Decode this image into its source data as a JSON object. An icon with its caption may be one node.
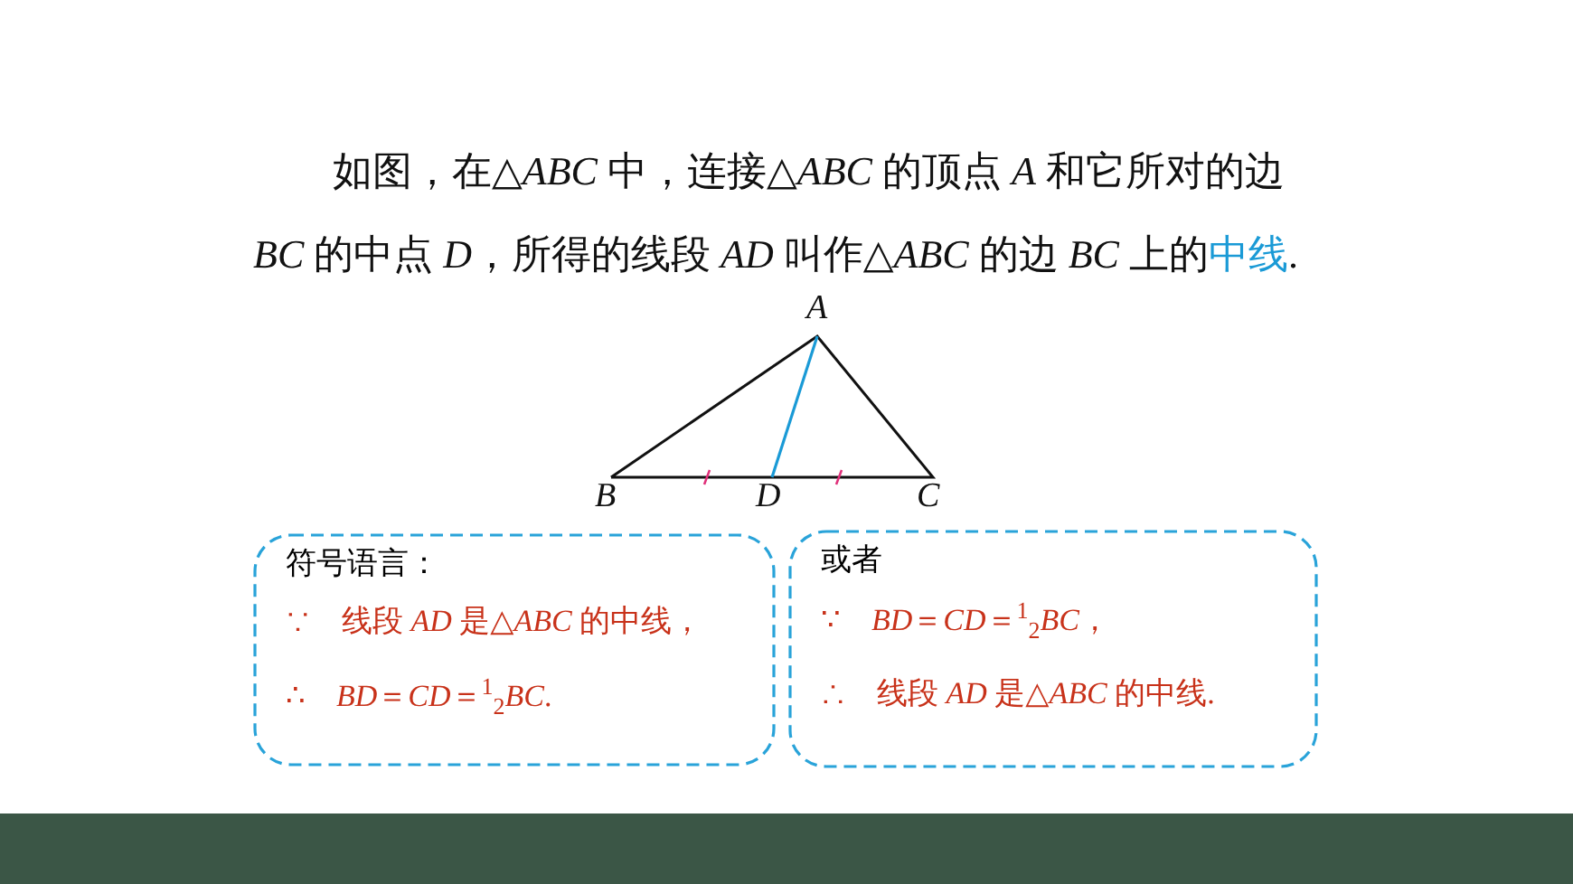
{
  "diagram": {
    "nodes": [
      {
        "text": [
          "符号语言：",
          "∵　线段 *AD* 是△*ABC* 的中线，",
          "∴　*BD*＝*CD*＝$^{1}$$_{2}$*BC*."
        ]
      },
      {
        "text": [
          "或者",
          "∵　*BD*＝*CD*＝$^{1}$$_{2}$*BC*，",
          "∴　线段 *AD* 是△*ABC* 的中线."
        ]
      }
    ],
    "edges": [],
    "labels": [
      "如图，在△*ABC* 中，连接△*ABC* 的顶点 *A* 和它所对的边 *BC* 的中点 *D*，所得的线段 *AD* 叫作△*ABC* 的边 *BC* 上的**中线**.",
      "A",
      "B",
      "D",
      "C"
    ]
  }
}
